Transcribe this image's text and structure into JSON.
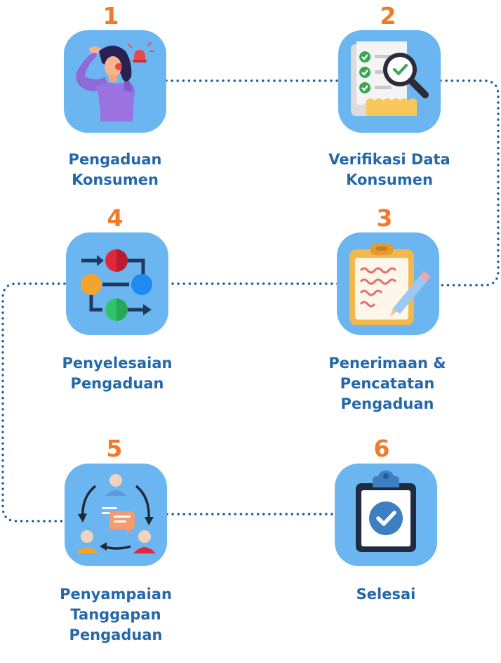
{
  "colors": {
    "tile": "#6BB6F0",
    "label": "#2568A8",
    "number": "#F07A2A",
    "connector": "#1F5E9C"
  },
  "steps": [
    {
      "number": "1",
      "label": "Pengaduan\nKonsumen",
      "icon": "complaining-woman-icon"
    },
    {
      "number": "2",
      "label": "Verifikasi Data\nKonsumen",
      "icon": "document-verification-icon"
    },
    {
      "number": "3",
      "label": "Penerimaan &\nPencatatan\nPengaduan",
      "icon": "clipboard-notes-icon"
    },
    {
      "number": "4",
      "label": "Penyelesaian\nPengaduan",
      "icon": "process-flow-icon"
    },
    {
      "number": "5",
      "label": "Penyampaian\nTanggapan\nPengaduan",
      "icon": "communication-cycle-icon"
    },
    {
      "number": "6",
      "label": "Selesai",
      "icon": "clipboard-check-icon"
    }
  ]
}
